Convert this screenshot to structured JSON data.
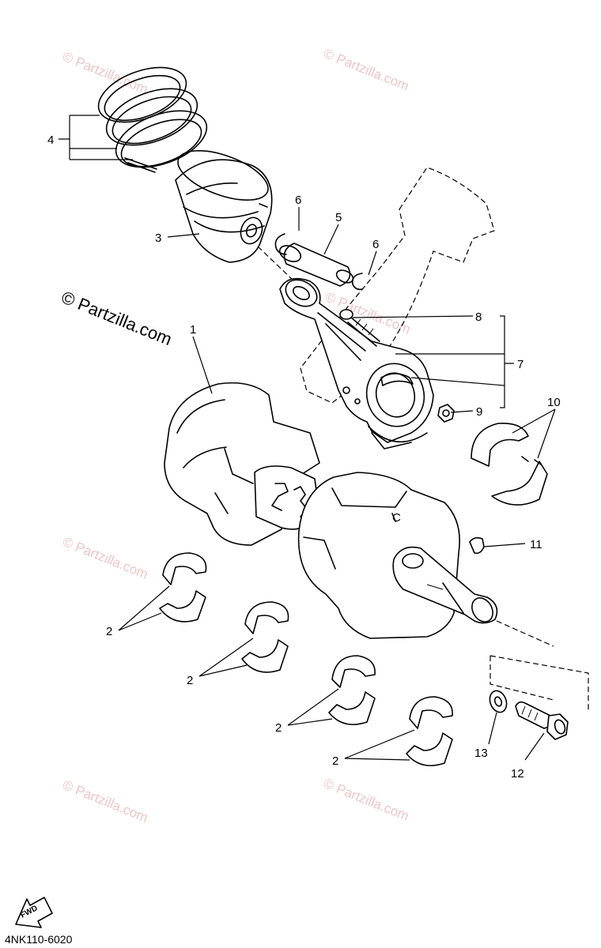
{
  "watermark": "© Partzilla.com",
  "copyright": "© Partzilla.com",
  "diagram_code": "4NK110-6020",
  "fwd_label": "FWD",
  "callouts": {
    "c1": "1",
    "c2a": "2",
    "c2b": "2",
    "c2c": "2",
    "c2d": "2",
    "c3": "3",
    "c4": "4",
    "c5": "5",
    "c6a": "6",
    "c6b": "6",
    "c7": "7",
    "c8": "8",
    "c9": "9",
    "c10": "10",
    "c11": "11",
    "c12": "12",
    "c13": "13"
  }
}
